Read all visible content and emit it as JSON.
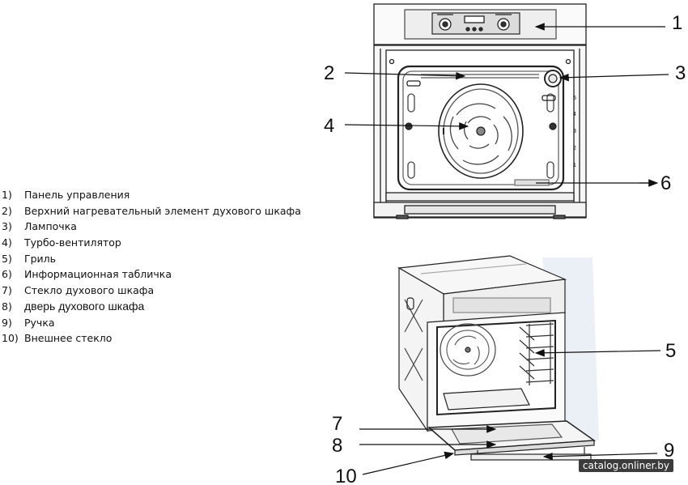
{
  "legend": {
    "items": [
      {
        "num": "1)",
        "text": "Панель управления"
      },
      {
        "num": "2)",
        "text": "Верхний нагревательный элемент духового шкафа"
      },
      {
        "num": "3)",
        "text": "Лампочка"
      },
      {
        "num": "4)",
        "text": "Турбо-вентилятор"
      },
      {
        "num": "5)",
        "text": "Гриль"
      },
      {
        "num": "6)",
        "text": "Информационная табличка"
      },
      {
        "num": "7)",
        "text": "Стекло духового шкафа"
      },
      {
        "num": "8)",
        "text": "дверь духового шкафа"
      },
      {
        "num": "9)",
        "text": "Ручка"
      },
      {
        "num": "10)",
        "text": "Внешнее стекло"
      }
    ]
  },
  "callouts": {
    "c1": "1",
    "c2": "2",
    "c3": "3",
    "c4": "4",
    "c5": "5",
    "c6": "6",
    "c7": "7",
    "c8": "8",
    "c9": "9",
    "c10": "10"
  },
  "shelf_levels": [
    "5",
    "4",
    "3",
    "2",
    "1"
  ],
  "watermark": "catalog.onliner.by"
}
